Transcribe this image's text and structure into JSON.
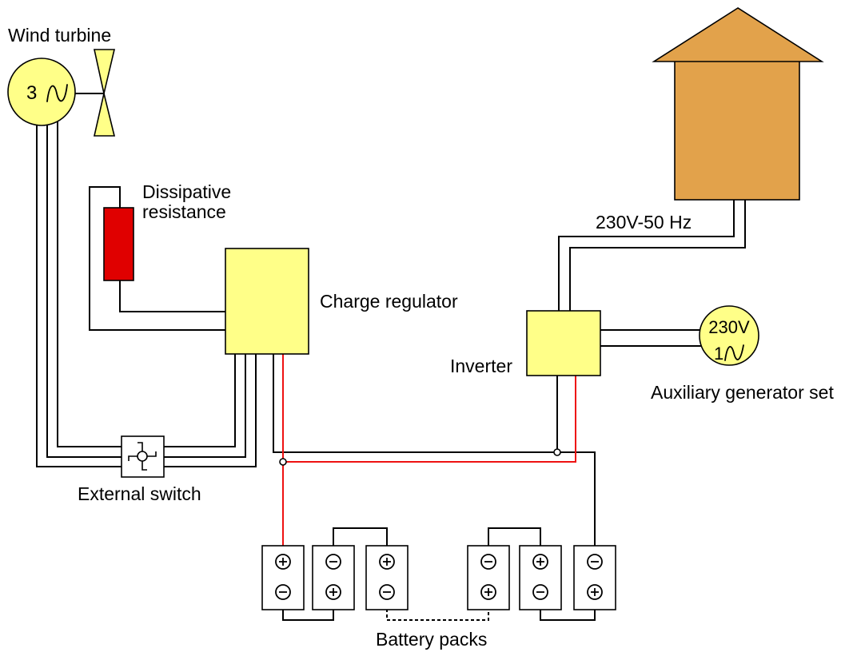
{
  "labels": {
    "wind_turbine": "Wind turbine",
    "dissipative_resistance": [
      "Dissipative",
      "resistance"
    ],
    "charge_regulator": "Charge regulator",
    "inverter": "Inverter",
    "mains_supply": "230V-50 Hz",
    "auxiliary_generator": "Auxiliary generator set",
    "external_switch": "External switch",
    "battery_packs": "Battery packs"
  },
  "wind_turbine": {
    "phases": "3",
    "wave_icon": "sine-wave-icon"
  },
  "auxiliary_generator": {
    "voltage": "230V",
    "phases": "1",
    "wave_icon": "sine-wave-icon"
  },
  "external_switch": {
    "icon": "rotary-switch-icon"
  },
  "batteries": [
    {
      "top": "plus-terminal-icon",
      "bottom": "minus-terminal-icon"
    },
    {
      "top": "minus-terminal-icon",
      "bottom": "plus-terminal-icon"
    },
    {
      "top": "plus-terminal-icon",
      "bottom": "minus-terminal-icon"
    },
    {
      "top": "minus-terminal-icon",
      "bottom": "plus-terminal-icon"
    },
    {
      "top": "plus-terminal-icon",
      "bottom": "minus-terminal-icon"
    },
    {
      "top": "minus-terminal-icon",
      "bottom": "plus-terminal-icon"
    }
  ],
  "colors": {
    "component_fill": "#ffff88",
    "resistance_fill": "#e00000",
    "house_fill": "#e2a24b",
    "positive_wire": "#ee1111",
    "battery_fill": "#ffffff",
    "switch_fill": "#ffffff",
    "junction_fill": "#ffffff"
  }
}
